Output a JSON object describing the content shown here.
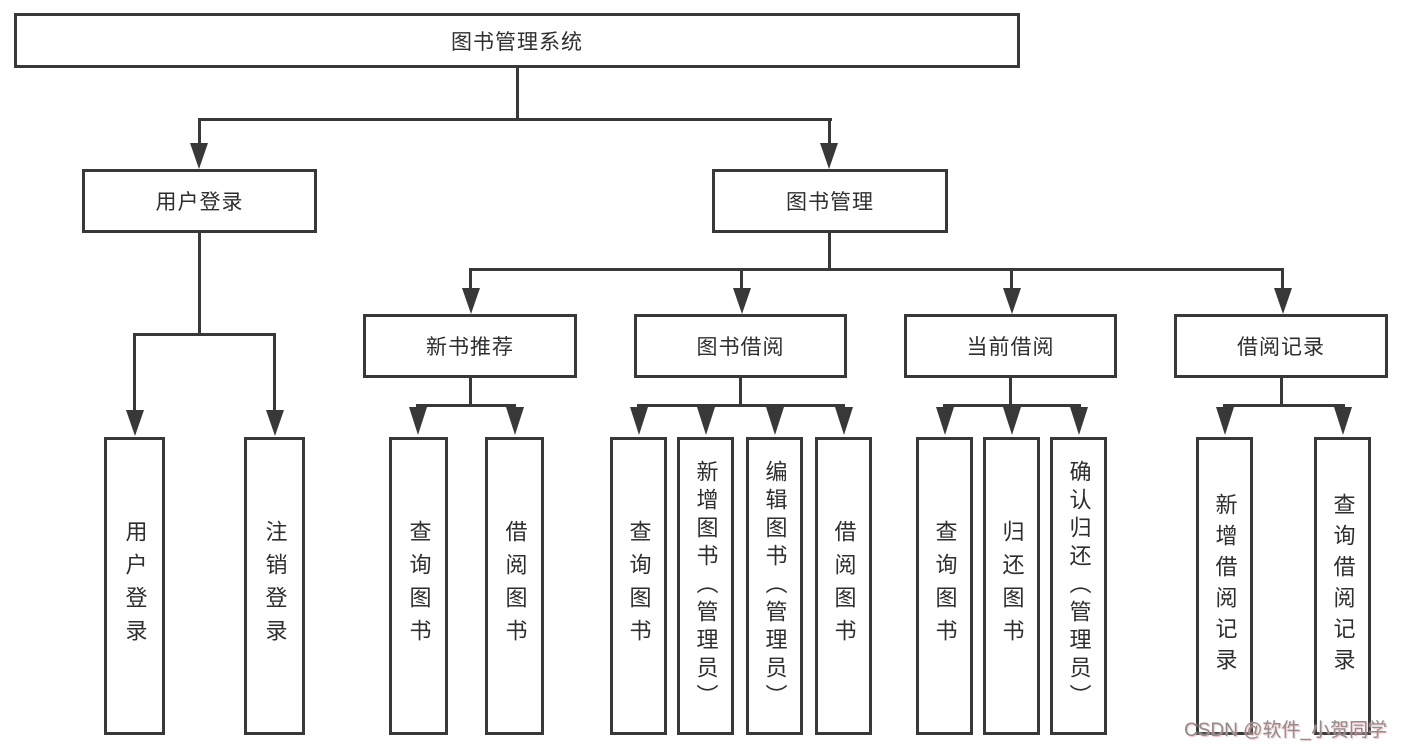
{
  "colors": {
    "line": "#383838",
    "text": "#2e2e2e",
    "background": "#ffffff",
    "watermark_text_color": "#8e8e8e"
  },
  "watermark": {
    "text": "CSDN @软件_小贺同学"
  },
  "tree": {
    "label": "图书管理系统",
    "children": [
      {
        "label": "用户登录",
        "children": [
          {
            "label": "用户登录"
          },
          {
            "label": "注销登录"
          }
        ]
      },
      {
        "label": "图书管理",
        "children": [
          {
            "label": "新书推荐",
            "children": [
              {
                "label": "查询图书"
              },
              {
                "label": "借阅图书"
              }
            ]
          },
          {
            "label": "图书借阅",
            "children": [
              {
                "label": "查询图书"
              },
              {
                "label": "新增图书（管理员）"
              },
              {
                "label": "编辑图书（管理员）"
              },
              {
                "label": "借阅图书"
              }
            ]
          },
          {
            "label": "当前借阅",
            "children": [
              {
                "label": "查询图书"
              },
              {
                "label": "归还图书"
              },
              {
                "label": "确认归还（管理员）"
              }
            ]
          },
          {
            "label": "借阅记录",
            "children": [
              {
                "label": "新增借阅记录"
              },
              {
                "label": "查询借阅记录"
              }
            ]
          }
        ]
      }
    ]
  }
}
